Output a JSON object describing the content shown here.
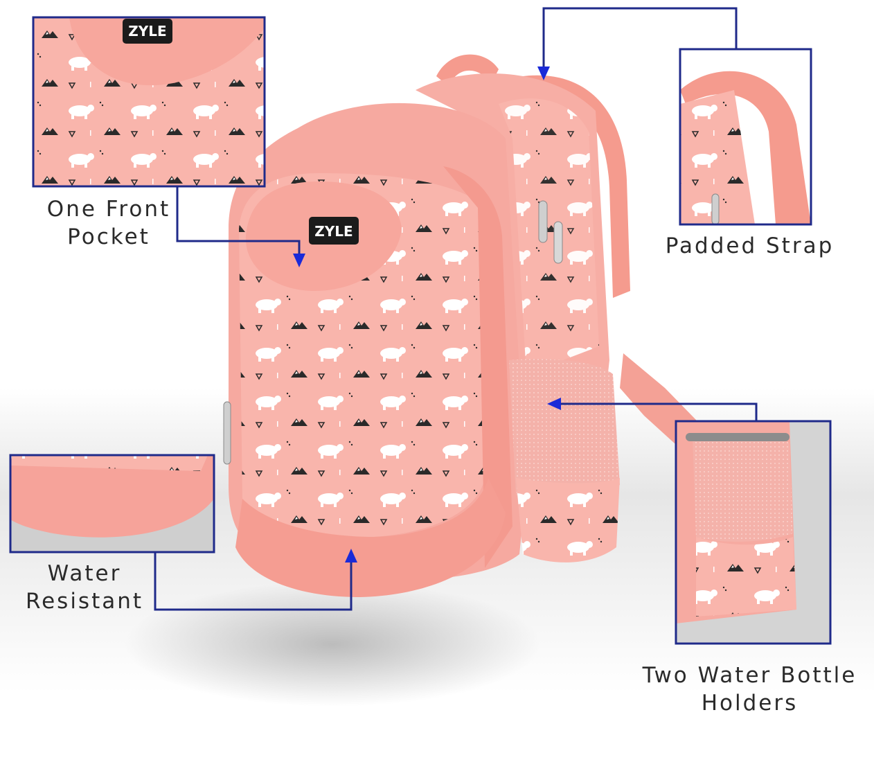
{
  "brand": {
    "logo_text": "ZYLE"
  },
  "colors": {
    "bag_pink": "#f6a9a0",
    "bag_pink_dark": "#ee9388",
    "bag_pink_light": "#fbc8c2",
    "callout_border": "#1f2a8a",
    "arrow": "#1a2ad8",
    "floor": "#d9d9d9"
  },
  "callouts": {
    "front_pocket": {
      "lines": [
        "One Front",
        "Pocket"
      ]
    },
    "padded_strap": {
      "lines": [
        "Padded Strap"
      ]
    },
    "water_resistant": {
      "lines": [
        "Water",
        "Resistant"
      ]
    },
    "bottle_holders": {
      "lines": [
        "Two Water Bottle",
        "Holders"
      ]
    }
  }
}
